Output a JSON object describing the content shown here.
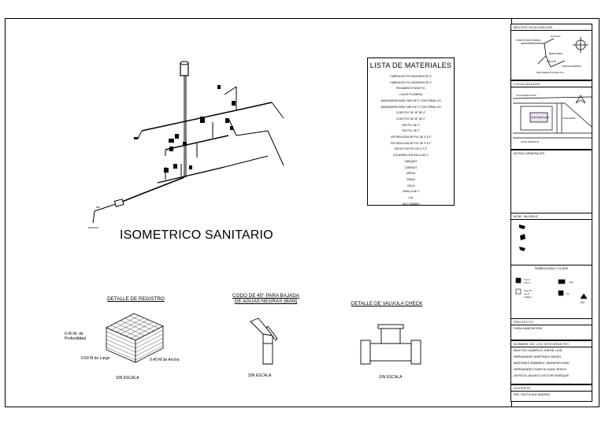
{
  "materials": {
    "title": "LISTA DE MATERIALES",
    "items": [
      "TUBERIA DE PVC SANITARIO DE 4\"",
      "TUBERIA DE PVC SANITARIO DE 2\"",
      "PEGAMENTO PARA PVC",
      "LIJA DE PLOMERIA",
      "ABRAZADERA PARA TUBO DE 4\" CON TORNILLOS",
      "ABRAZADERA PARA TUBO DE 2\" CON TORNILLOS",
      "CODO PVC DE 45° DE 4\"",
      "CODO PVC DE 45° DE 2\"",
      "YEE PVC DE 4\"",
      "YEE PVC DE 2\"",
      "YEE REDUCIDA DE PVC DE 4\" A 2\"",
      "TEE REDUCIDA DE PVC DE 4\" A 2\"",
      "REDUCTOR PVC DE 4\" A 2\"",
      "COLADERA CON RALLA DE 2\"",
      "TABIQUES",
      "CEMENTO",
      "ARENA",
      "GRAVA",
      "CELIA",
      "VARILLA DE 3",
      "CAL",
      "HILO CAÑAMO"
    ]
  },
  "isometric_title": "ISOMETRICO SANITARIO",
  "details": {
    "registro": {
      "title": "DETALLE DE REGISTRO",
      "depth_label": "0.40 M. de Profundidad",
      "length_label": "0.60 M de Largo",
      "width_label": "0.40 M de Ancho",
      "scale": "SIN ESCALA"
    },
    "codo": {
      "title_line1": "CODO DE 45° PARA BAJADA",
      "title_line2": "DE AGUAS NEGRAS (BAN)",
      "scale": "SIN ESCALA"
    },
    "valvula": {
      "title": "DETALLE DE VALVULA CHECK",
      "scale": "SIN ESCALA"
    }
  },
  "title_block": {
    "macro": {
      "title": "MACROLOCALIZACION",
      "labels": [
        "PUERTO ESCONDIDO",
        "OAXACA",
        "BENAVIDES",
        "CAHUITE",
        "SAN PEDRO POCHUTLA",
        "CANTALAPIEDRA"
      ]
    },
    "localizacion": {
      "title": "LOCALIZACION",
      "street_top": "CALLE BUENA VISTA",
      "street_bottom": "CALLE MIRAVALLE",
      "street_side": "CALLE ADINA",
      "house": "CASA HABITACION"
    },
    "notas": {
      "title": "NOTAS GENERALES"
    },
    "mob": {
      "title": "MOB. MUEBLE"
    },
    "simbologia": {
      "title": "SIMBOLOGIA Y CLAVE",
      "labels": [
        "Tubo 4\"",
        "Tubo 2\"",
        "Reg.",
        "Codo 45°",
        "Yee 4\"",
        "Coladera",
        "Tee",
        "BAN"
      ]
    },
    "proyecto": {
      "title": "PROYECTO",
      "value": "CASA HABITACION"
    },
    "integrantes": {
      "title": "NOMBRE DE LOS INTEGRANTES",
      "names": [
        "BUSTOS LAVARICA JORGE LUIS",
        "HERNANDEZ MARTINEZ ANGEL",
        "MARTINEZ RAMIREZ JENNIFER ANEL",
        "HERNANDEZ GARCIA JUAN JESUS",
        "ORTEGA JACINTO VICTOR ENRIQUE"
      ]
    },
    "docente": {
      "title": "DOCENTE",
      "value": "ING. EDITH ALEJANDRA"
    }
  }
}
